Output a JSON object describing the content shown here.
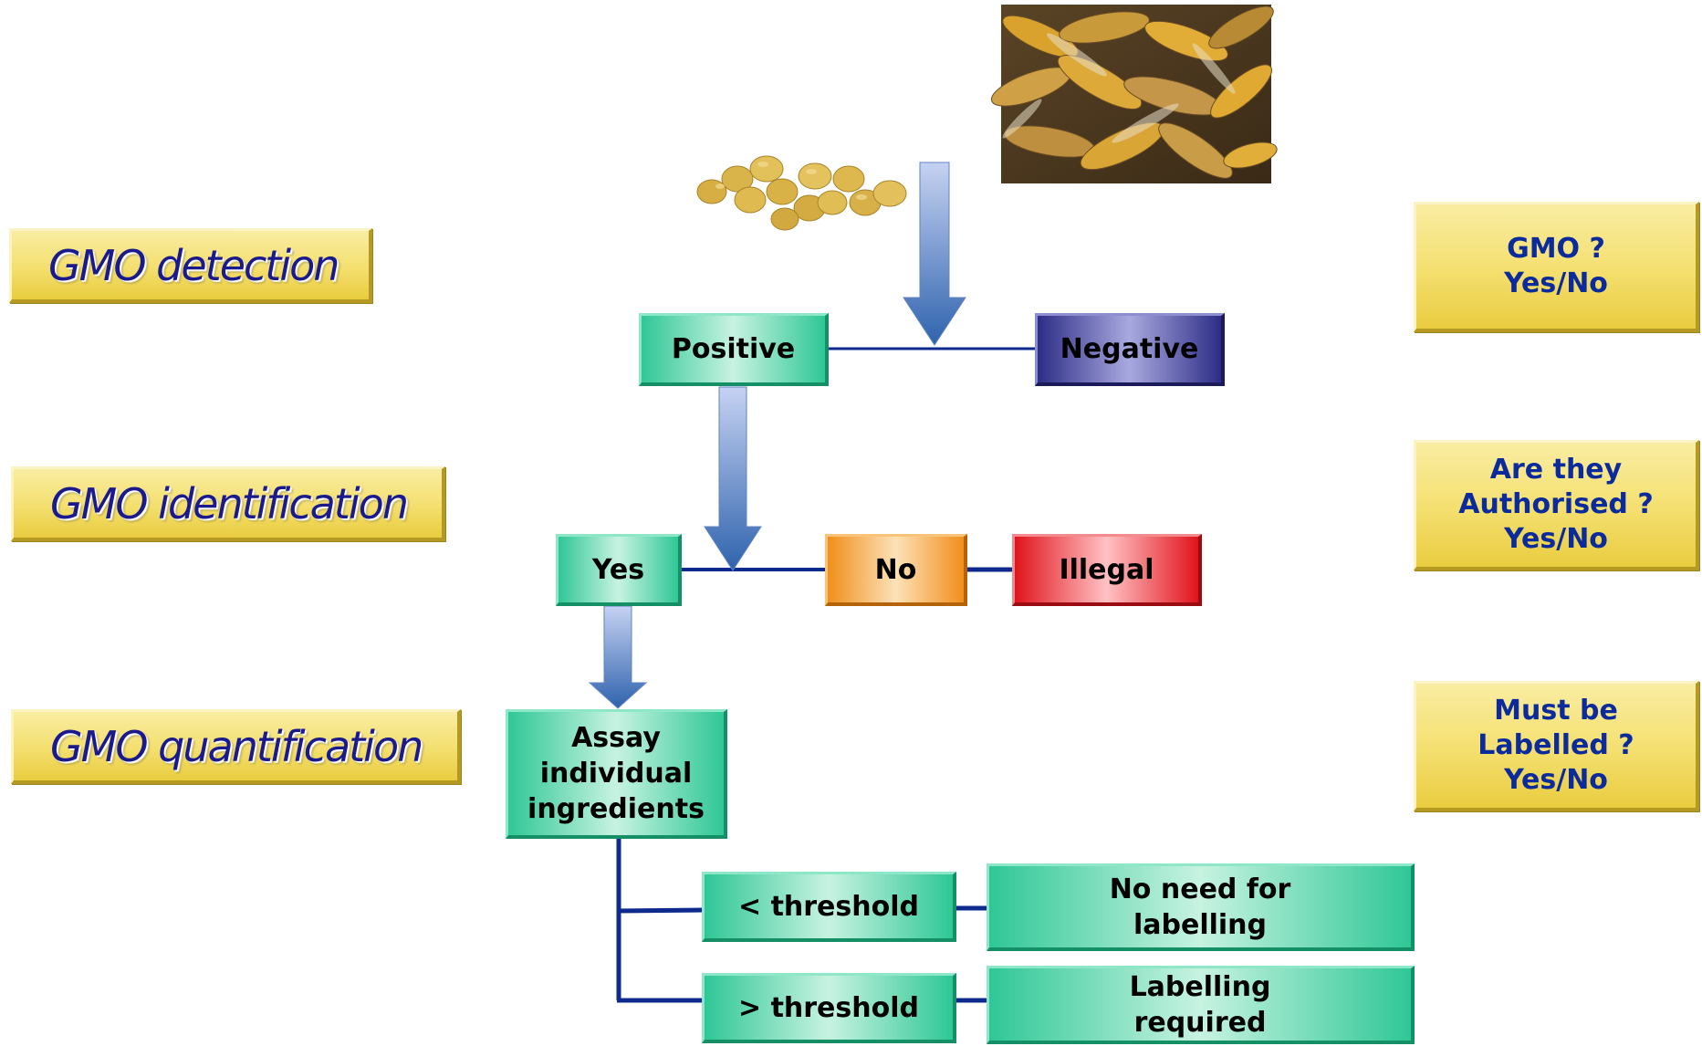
{
  "stages": {
    "detection": "GMO detection",
    "identification": "GMO identification",
    "quantification": "GMO quantification"
  },
  "questions": {
    "detection": [
      "GMO ?",
      "Yes/No"
    ],
    "identification": [
      "Are they",
      "Authorised ?",
      "Yes/No"
    ],
    "quantification": [
      "Must be",
      "Labelled ?",
      "Yes/No"
    ]
  },
  "nodes": {
    "positive": "Positive",
    "negative": "Negative",
    "yes": "Yes",
    "no": "No",
    "illegal": "Illegal",
    "assay": [
      "Assay",
      "individual",
      "ingredients"
    ],
    "below_threshold": "< threshold",
    "above_threshold": "> threshold",
    "no_need_labelling": [
      "No need for",
      "labelling"
    ],
    "labelling_required": [
      "Labelling",
      "required"
    ]
  },
  "images": {
    "soybeans": "soybean-seeds-photo",
    "corn": "corn-cobs-photo"
  },
  "colors": {
    "stage_text": "#1a1a8c",
    "question_text": "#0b2b9c",
    "tag_yellow": "#f4df6e",
    "node_green": "#2fc796",
    "node_navy": "#2d2d86",
    "node_orange": "#f08f1c",
    "node_red": "#e0141c",
    "connector": "#0e2a8c"
  }
}
